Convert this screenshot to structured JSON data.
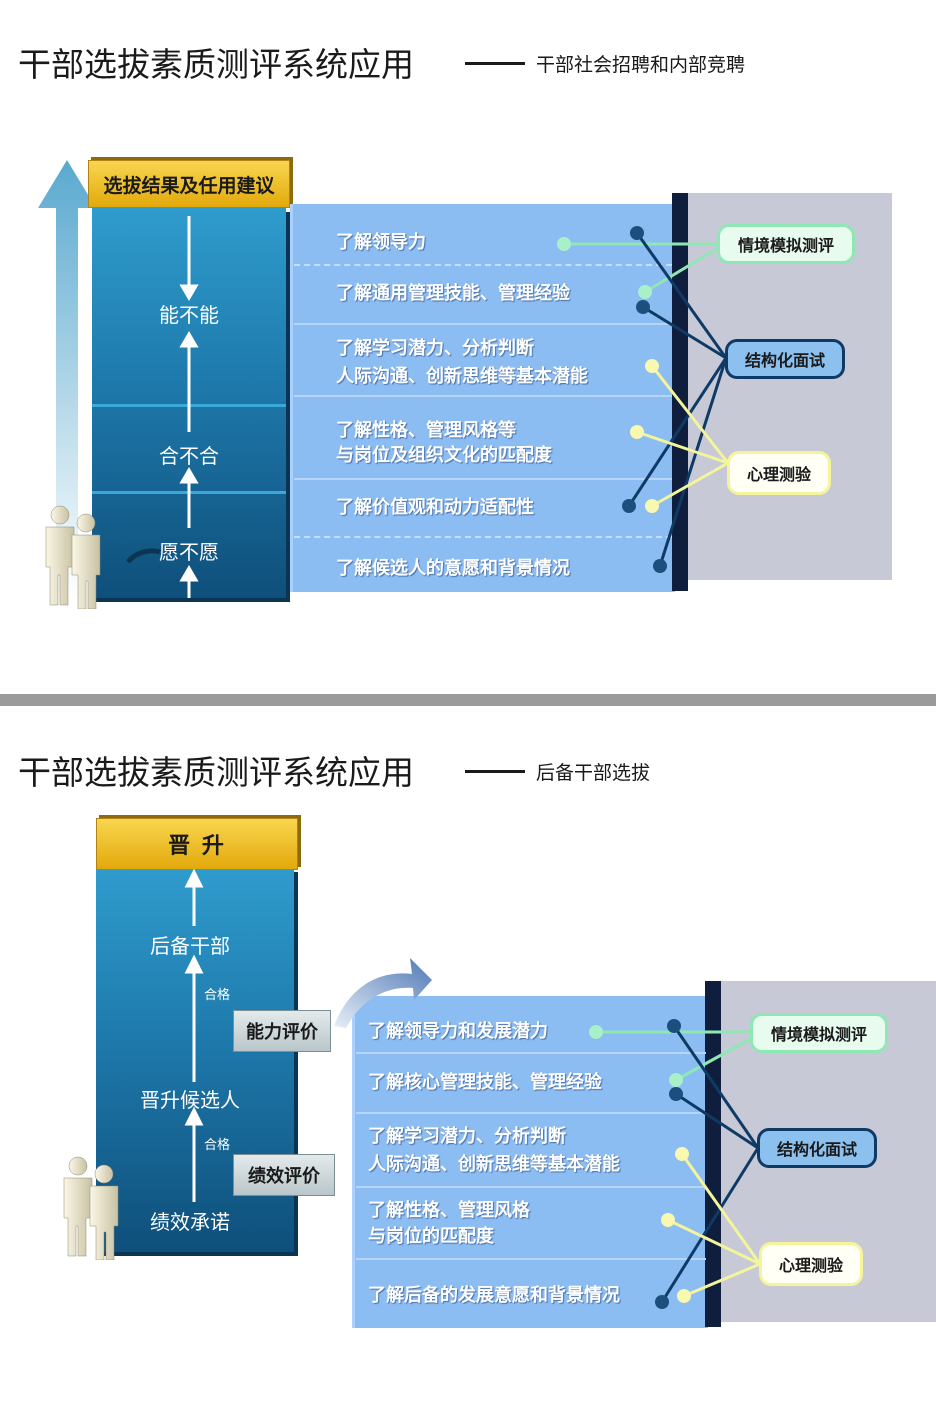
{
  "slide1": {
    "title": "干部选拔素质测评系统应用",
    "subtitle": "干部社会招聘和内部竞聘",
    "header": "选拔结果及任用建议",
    "levels": [
      "能不能",
      "合不合",
      "愿不愿"
    ],
    "items": [
      {
        "line1": "了解领导力",
        "line2": ""
      },
      {
        "line1": "了解通用管理技能、管理经验",
        "line2": ""
      },
      {
        "line1": "了解学习潜力、分析判断",
        "line2": "人际沟通、创新思维等基本潜能"
      },
      {
        "line1": "了解性格、管理风格等",
        "line2": "与岗位及组织文化的匹配度"
      },
      {
        "line1": "了解价值观和动力适配性",
        "line2": ""
      },
      {
        "line1": "了解候选人的意愿和背景情况",
        "line2": ""
      }
    ],
    "methods": [
      "情境模拟测评",
      "结构化面试",
      "心理测验"
    ]
  },
  "slide2": {
    "title": "干部选拔素质测评系统应用",
    "subtitle": "后备干部选拔",
    "header": "晋 升",
    "stages": [
      "后备干部",
      "晋升候选人",
      "绩效承诺"
    ],
    "qualified": [
      "合格",
      "合格"
    ],
    "evaluations": [
      "能力评价",
      "绩效评价"
    ],
    "items": [
      {
        "line1": "了解领导力和发展潜力",
        "line2": ""
      },
      {
        "line1": "了解核心管理技能、管理经验",
        "line2": ""
      },
      {
        "line1": "了解学习潜力、分析判断",
        "line2": "人际沟通、创新思维等基本潜能"
      },
      {
        "line1": "了解性格、管理风格",
        "line2": "与岗位的匹配度"
      },
      {
        "line1": "了解后备的发展意愿和背景情况",
        "line2": ""
      }
    ],
    "methods": [
      "情境模拟测评",
      "结构化面试",
      "心理测验"
    ]
  },
  "colors": {
    "column_top": "#2f9ccd",
    "column_bottom": "#0f4f7b",
    "header_gold": "#f0c22c",
    "list_blue": "#8bbcf2",
    "panel_gray": "#c7cad6",
    "line_green": "#8fe8b4",
    "line_navy": "#0f3a66",
    "line_yellow": "#f4f49a"
  }
}
